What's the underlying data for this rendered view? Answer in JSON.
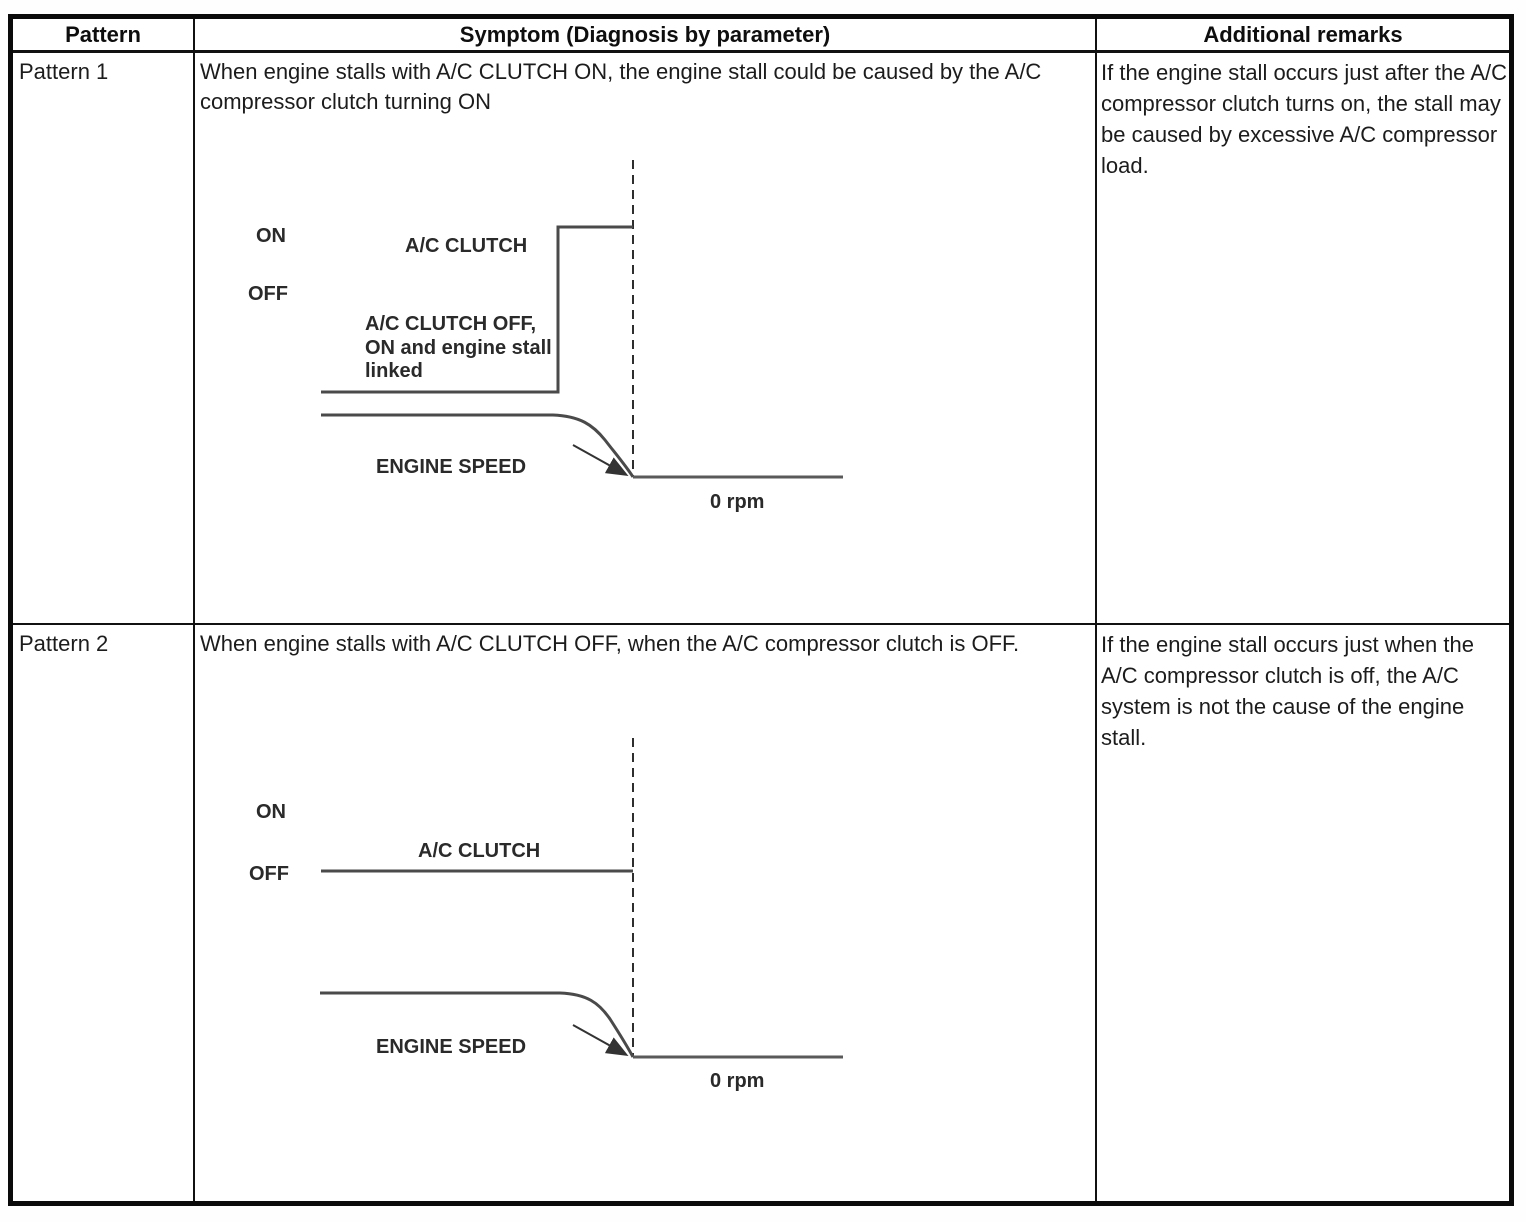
{
  "colors": {
    "table_border": "#000000",
    "text": "#1c1c1c",
    "diagram_line": "#4a4a4a"
  },
  "table": {
    "headers": {
      "pattern": "Pattern",
      "symptom": "Symptom (Diagnosis by parameter)",
      "remarks": "Additional remarks"
    },
    "rows": [
      {
        "pattern": "Pattern 1",
        "symptom": "When engine stalls with A/C CLUTCH ON, the engine stall could be caused by the A/C compressor clutch turning ON",
        "remarks": "If the engine stall occurs just after the A/C compressor clutch turns on, the stall may be caused by excessive A/C compressor load.",
        "diagram": {
          "on_label": "ON",
          "off_label": "OFF",
          "signal_label": "A/C CLUTCH",
          "annotation": [
            "A/C CLUTCH OFF,",
            "ON and engine stall",
            "linked"
          ],
          "speed_label": "ENGINE SPEED",
          "zero_label": "0 rpm"
        }
      },
      {
        "pattern": "Pattern 2",
        "symptom": "When engine stalls with A/C CLUTCH OFF, when the A/C compressor clutch is OFF.",
        "remarks": "If the engine stall occurs just when the A/C compressor clutch is off, the A/C system is not the cause of the engine stall.",
        "diagram": {
          "on_label": "ON",
          "off_label": "OFF",
          "signal_label": "A/C CLUTCH",
          "speed_label": "ENGINE SPEED",
          "zero_label": "0 rpm"
        }
      }
    ]
  }
}
